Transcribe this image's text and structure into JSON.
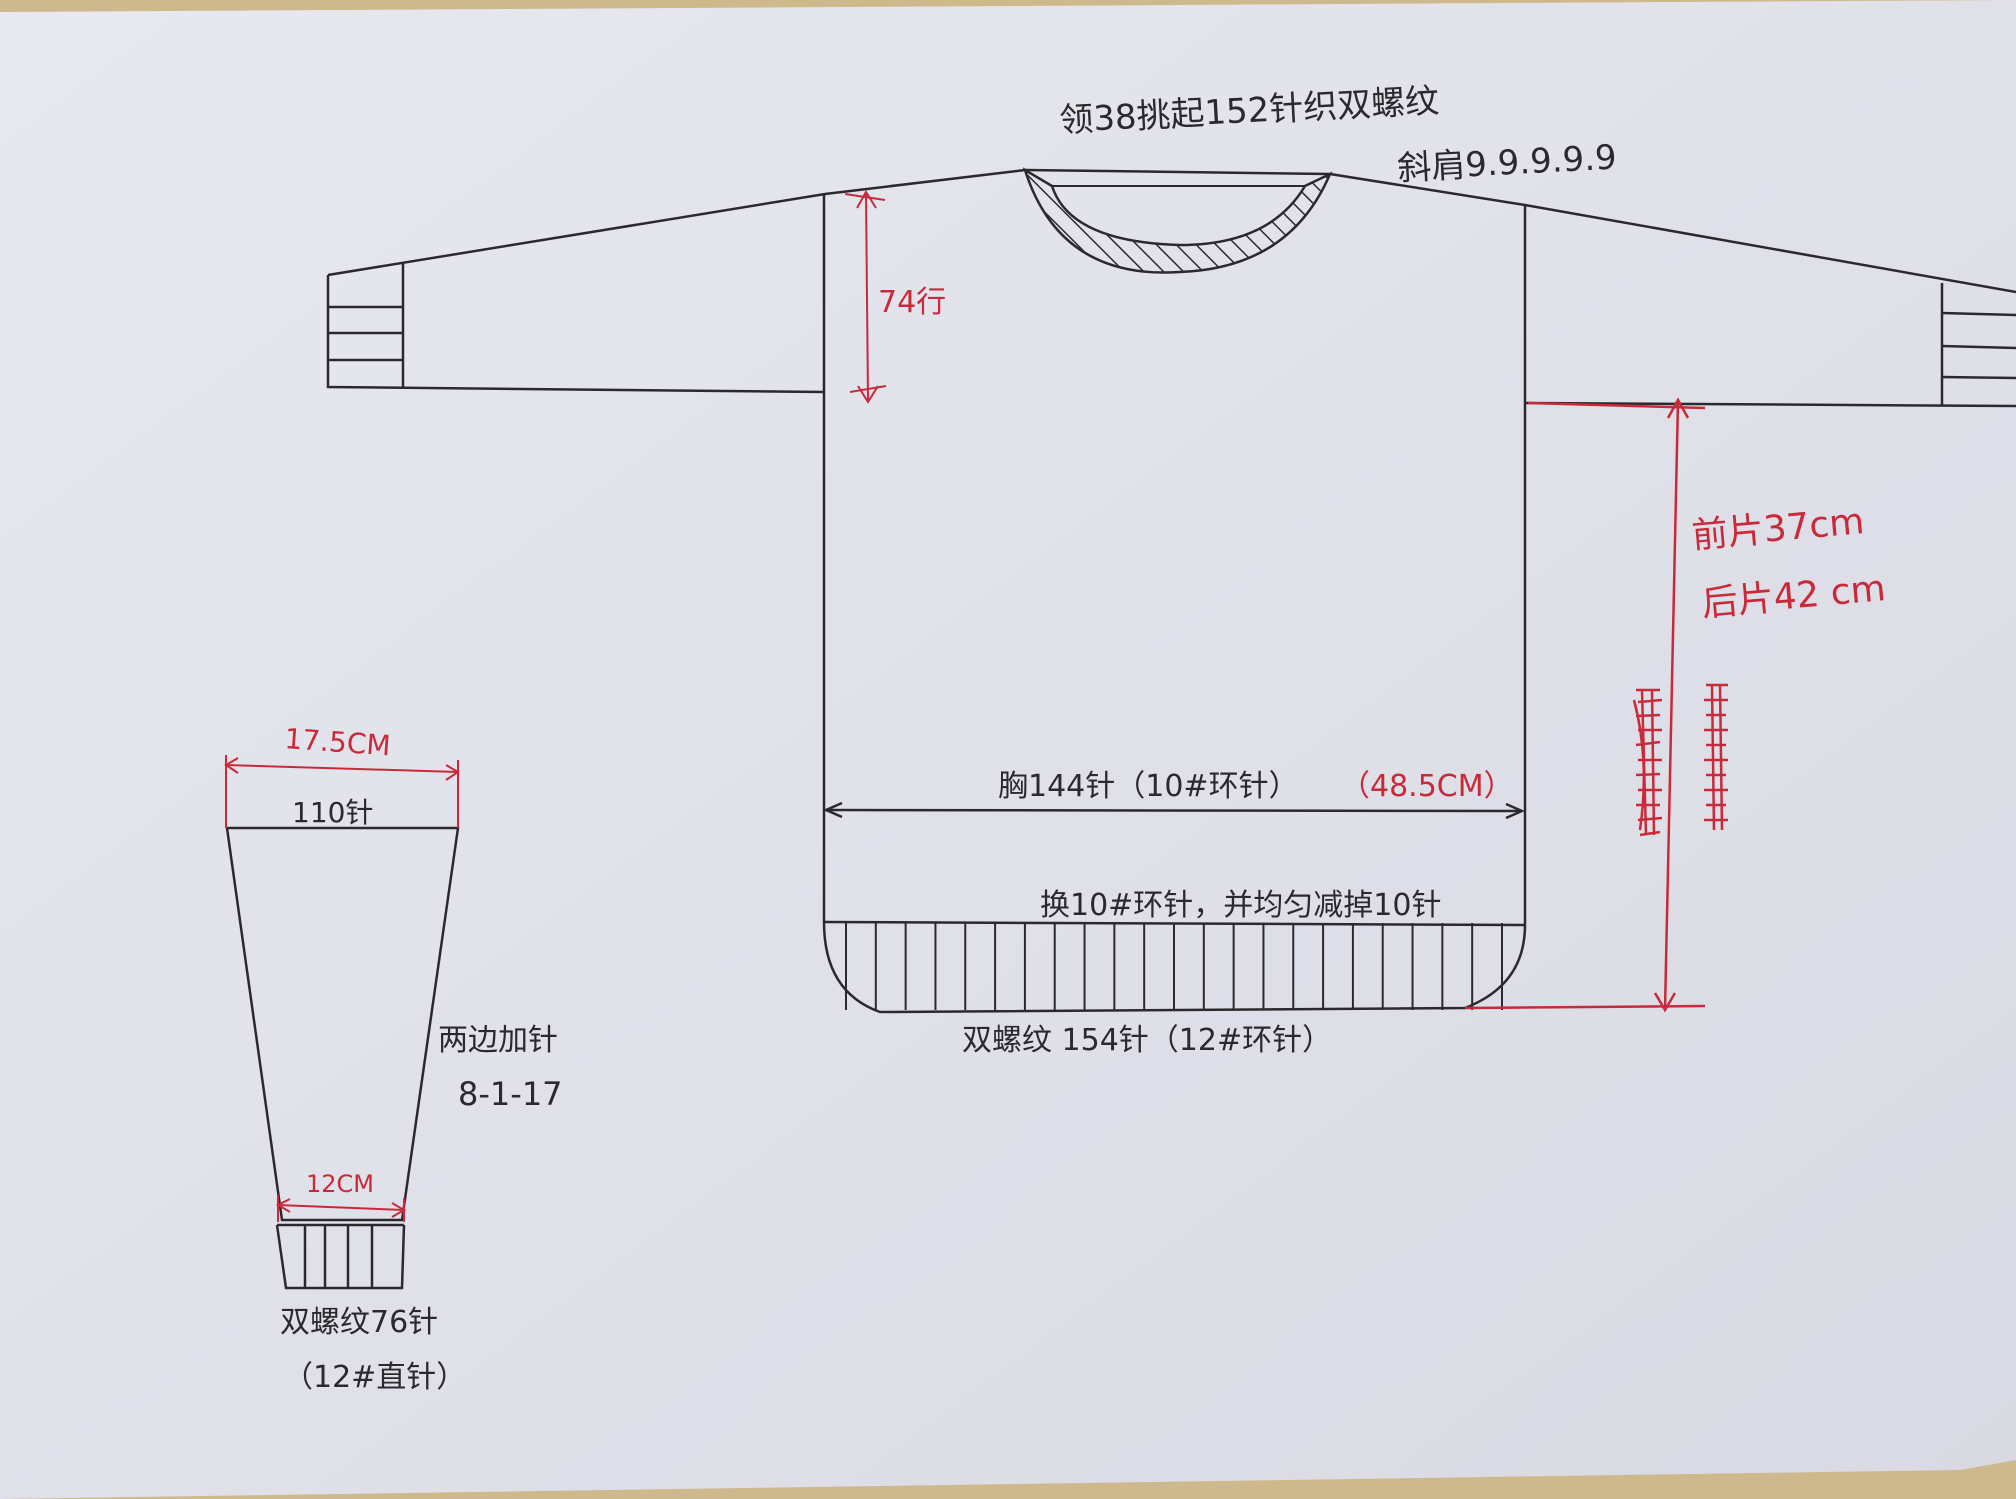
{
  "labels": {
    "neck_pickup": "领38挑起152针织双螺纹",
    "shoulder_slope": "斜肩9.9.9.9.9",
    "armhole_rows": "74行",
    "front_length": "前片37cm",
    "back_length": "后片42 cm",
    "chest": "胸144针（10#环针）",
    "chest_cm": "（48.5CM）",
    "switch_needle": "换10#环针，并均匀减掉10针",
    "hem_rib": "双螺纹 154针（12#环针）",
    "sleeve_top_width": "17.5CM",
    "sleeve_top_stitches": "110针",
    "sleeve_increase_title": "两边加针",
    "sleeve_increase_rule": "8-1-17",
    "cuff_width": "12CM",
    "cuff_rib": "双螺纹76针",
    "cuff_needle": "（12#直针）"
  },
  "colors": {
    "ink": "#2a2a2e",
    "red_ink": "#c92a3a",
    "paper": "#e3e3ec"
  }
}
